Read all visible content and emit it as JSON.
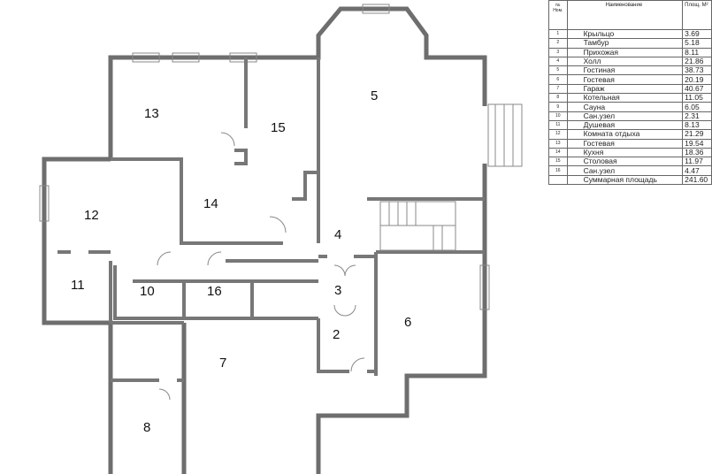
{
  "table": {
    "headers": {
      "number": "№ Ном.",
      "name": "Наименование",
      "area": "Площ. М²"
    },
    "rows": [
      {
        "num": "1",
        "name": "Крыльцо",
        "area": "3.69"
      },
      {
        "num": "2",
        "name": "Тамбур",
        "area": "5.18"
      },
      {
        "num": "3",
        "name": "Прихожая",
        "area": "8.11"
      },
      {
        "num": "4",
        "name": "Холл",
        "area": "21.86"
      },
      {
        "num": "5",
        "name": "Гостиная",
        "area": "38.73"
      },
      {
        "num": "6",
        "name": "Гостевая",
        "area": "20.19"
      },
      {
        "num": "7",
        "name": "Гараж",
        "area": "40.67"
      },
      {
        "num": "8",
        "name": "Котельная",
        "area": "11.05"
      },
      {
        "num": "9",
        "name": "Сауна",
        "area": "6.05"
      },
      {
        "num": "10",
        "name": "Сан.узел",
        "area": "2.31"
      },
      {
        "num": "11",
        "name": "Душевая",
        "area": "8.13"
      },
      {
        "num": "12",
        "name": "Комната отдыха",
        "area": "21.29"
      },
      {
        "num": "13",
        "name": "Гостевая",
        "area": "19.54"
      },
      {
        "num": "14",
        "name": "Кухня",
        "area": "18.36"
      },
      {
        "num": "15",
        "name": "Столовая",
        "area": "11.97"
      },
      {
        "num": "16",
        "name": "Сан.узел",
        "area": "4.47"
      }
    ],
    "total": {
      "name": "Суммарная площадь",
      "area": "241.60"
    }
  },
  "rooms": [
    "2",
    "3",
    "4",
    "5",
    "6",
    "7",
    "8",
    "10",
    "11",
    "12",
    "13",
    "14",
    "15",
    "16"
  ]
}
